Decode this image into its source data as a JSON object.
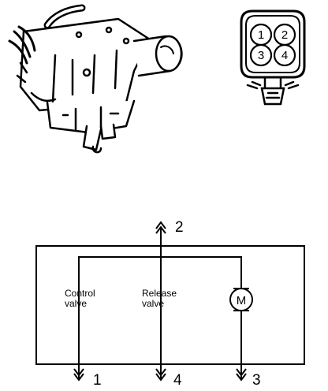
{
  "connector": {
    "pins": [
      "1",
      "2",
      "3",
      "4"
    ]
  },
  "circuit": {
    "terminals": [
      "1",
      "2",
      "3",
      "4"
    ],
    "control_valve_label": [
      "Control",
      "valve"
    ],
    "release_valve_label": [
      "Release",
      "valve"
    ],
    "motor_label": "M"
  },
  "colors": {
    "ink": "#000000",
    "background": "#ffffff"
  }
}
